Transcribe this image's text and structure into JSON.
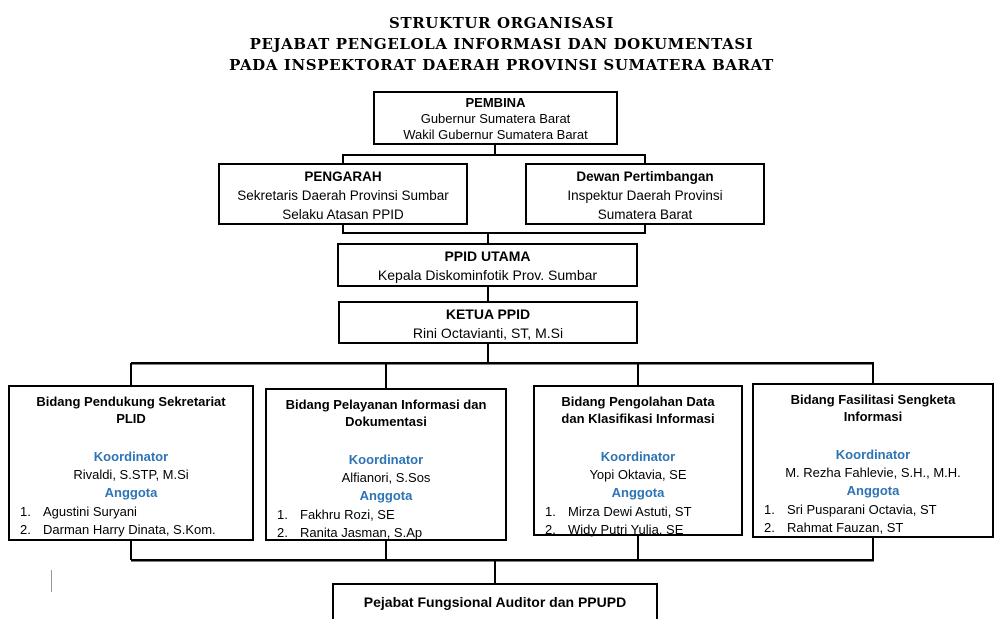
{
  "title": {
    "line1": "STRUKTUR ORGANISASI",
    "line2": "PEJABAT PENGELOLA INFORMASI DAN DOKUMENTASI",
    "line3": "PADA INSPEKTORAT DAERAH PROVINSI SUMATERA BARAT"
  },
  "colors": {
    "accent_blue": "#2E74B5",
    "line_black": "#000000"
  },
  "nodes": {
    "pembina": {
      "title": "PEMBINA",
      "lines": [
        "Gubernur Sumatera Barat",
        "Wakil Gubernur Sumatera Barat"
      ]
    },
    "pengarah": {
      "title": "PENGARAH",
      "lines": [
        "Sekretaris Daerah Provinsi Sumbar",
        "Selaku Atasan PPID"
      ]
    },
    "dewan_pertimbangan": {
      "title": "Dewan Pertimbangan",
      "lines": [
        "Inspektur Daerah Provinsi",
        "Sumatera Barat"
      ]
    },
    "ppid_utama": {
      "title": "PPID UTAMA",
      "lines": [
        "Kepala Diskominfotik Prov. Sumbar"
      ]
    },
    "ketua_ppid": {
      "title": "KETUA PPID",
      "lines": [
        "Rini Octavianti, ST, M.Si"
      ]
    },
    "auditor": {
      "title": "Pejabat Fungsional Auditor dan PPUPD"
    }
  },
  "bidang": [
    {
      "title_lines": [
        "Bidang Pendukung Sekretariat",
        "PLID"
      ],
      "koordinator_label": "Koordinator",
      "koordinator": "Rivaldi, S.STP, M.Si",
      "anggota_label": "Anggota",
      "anggota": [
        {
          "num": "1.",
          "name": "Agustini Suryani"
        },
        {
          "num": "2.",
          "name": "Darman Harry Dinata, S.Kom."
        }
      ]
    },
    {
      "title_lines": [
        "Bidang Pelayanan Informasi dan",
        "Dokumentasi"
      ],
      "koordinator_label": "Koordinator",
      "koordinator": "Alfianori, S.Sos",
      "anggota_label": "Anggota",
      "anggota": [
        {
          "num": "1.",
          "name": "Fakhru Rozi, SE"
        },
        {
          "num": "2.",
          "name": "Ranita Jasman, S.Ap"
        }
      ]
    },
    {
      "title_lines": [
        "Bidang Pengolahan Data",
        "dan Klasifikasi Informasi"
      ],
      "koordinator_label": "Koordinator",
      "koordinator": "Yopi Oktavia, SE",
      "anggota_label": "Anggota",
      "anggota": [
        {
          "num": "1.",
          "name": "Mirza Dewi Astuti, ST"
        },
        {
          "num": "2.",
          "name": "Widy Putri Yulia, SE"
        }
      ]
    },
    {
      "title_lines": [
        "Bidang Fasilitasi Sengketa",
        "Informasi"
      ],
      "koordinator_label": "Koordinator",
      "koordinator": "M. Rezha Fahlevie, S.H., M.H.",
      "anggota_label": "Anggota",
      "anggota": [
        {
          "num": "1.",
          "name": "Sri Pusparani Octavia, ST"
        },
        {
          "num": "2.",
          "name": "Rahmat Fauzan, ST"
        }
      ]
    }
  ],
  "edges": [
    "PEMBINA > PENGARAH",
    "PEMBINA > Dewan Pertimbangan",
    "PENGARAH + Dewan Pertimbangan > PPID UTAMA",
    "PPID UTAMA > KETUA PPID",
    "KETUA PPID > 4 Bidang",
    "4 Bidang > Pejabat Fungsional Auditor dan PPUPD"
  ]
}
